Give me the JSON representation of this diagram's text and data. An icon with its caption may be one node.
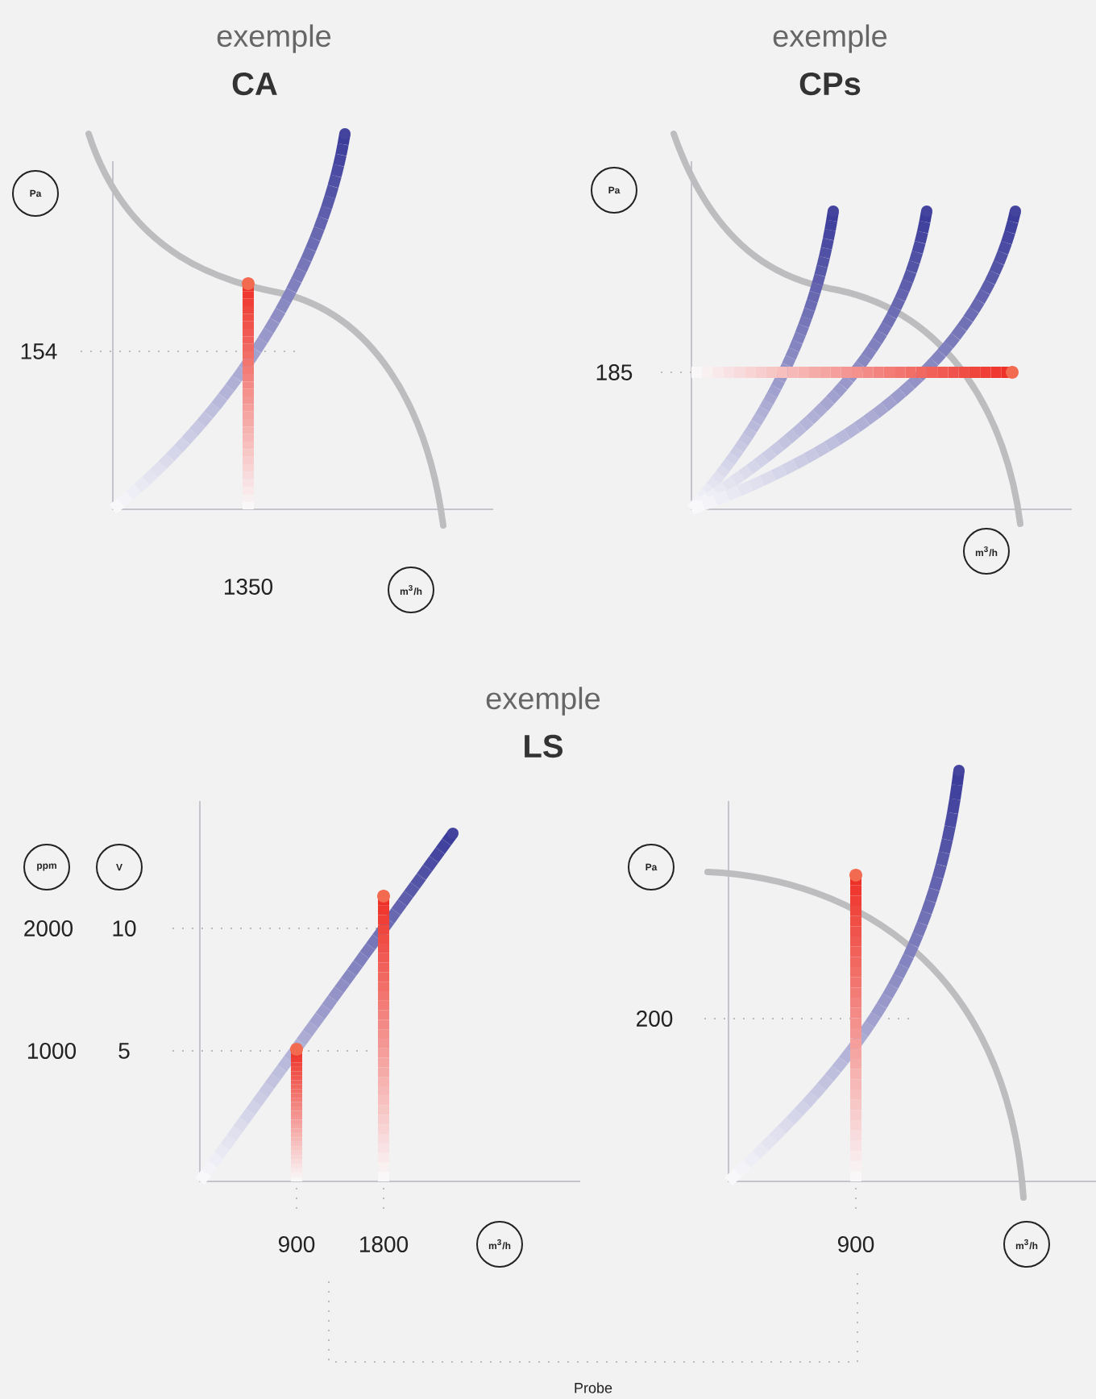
{
  "diagram": {
    "nodes": [
      {
        "text": [
          "Pa"
        ]
      },
      {
        "text": [
          "Pa"
        ]
      },
      {
        "text": [
          "m$^{3}$/h"
        ]
      },
      {
        "text": [
          "m$^{3}$/h"
        ]
      },
      {
        "text": [
          "ppm"
        ]
      },
      {
        "text": [
          "V"
        ]
      },
      {
        "text": [
          "Pa"
        ]
      },
      {
        "text": [
          "m$^{3}$/h"
        ]
      },
      {
        "text": [
          "m$^{3}$/h"
        ]
      }
    ],
    "labels": [
      "exemple",
      "CA",
      "exemple",
      "CPs",
      "154",
      "185",
      "1350",
      "exemple",
      "LS",
      "2000",
      "10",
      "200",
      "1000",
      "5",
      "900",
      "1800",
      "900",
      "Probe"
    ]
  }
}
